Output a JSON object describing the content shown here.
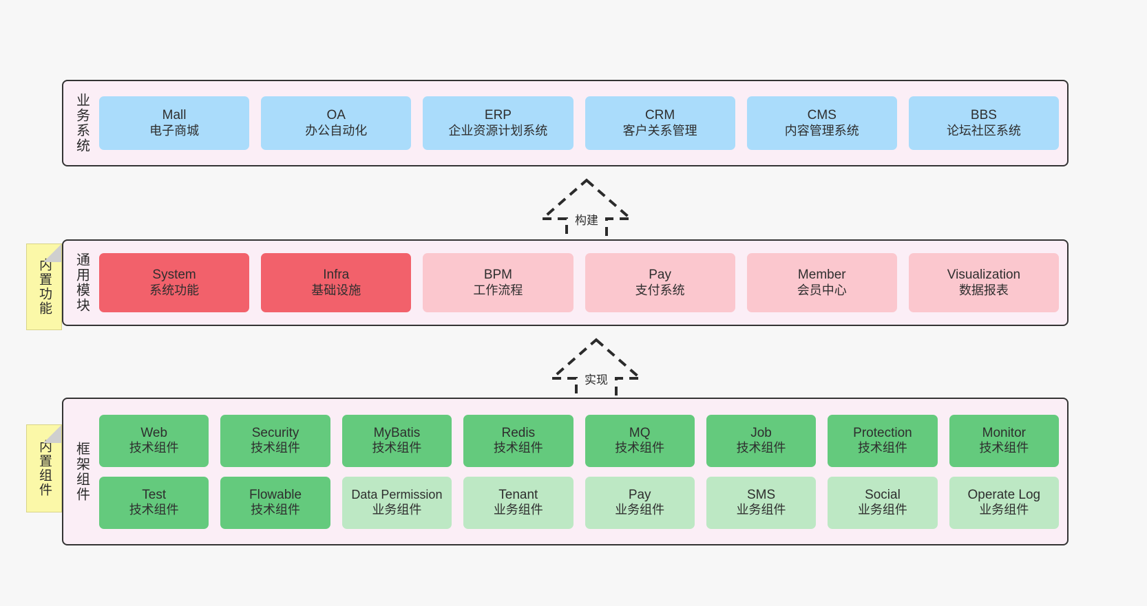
{
  "layers": [
    {
      "id": "business-systems",
      "title": "业务系统",
      "rows": [
        [
          {
            "en": "Mall",
            "cn": "电子商城",
            "color": "blue"
          },
          {
            "en": "OA",
            "cn": "办公自动化",
            "color": "blue"
          },
          {
            "en": "ERP",
            "cn": "企业资源计划系统",
            "color": "blue"
          },
          {
            "en": "CRM",
            "cn": "客户关系管理",
            "color": "blue"
          },
          {
            "en": "CMS",
            "cn": "内容管理系统",
            "color": "blue"
          },
          {
            "en": "BBS",
            "cn": "论坛社区系统",
            "color": "blue"
          }
        ]
      ]
    },
    {
      "id": "common-modules",
      "title": "通用模块",
      "note": "内置功能",
      "rows": [
        [
          {
            "en": "System",
            "cn": "系统功能",
            "color": "red-strong"
          },
          {
            "en": "Infra",
            "cn": "基础设施",
            "color": "red-strong"
          },
          {
            "en": "BPM",
            "cn": "工作流程",
            "color": "red-light"
          },
          {
            "en": "Pay",
            "cn": "支付系统",
            "color": "red-light"
          },
          {
            "en": "Member",
            "cn": "会员中心",
            "color": "red-light"
          },
          {
            "en": "Visualization",
            "cn": "数据报表",
            "color": "red-light"
          }
        ]
      ]
    },
    {
      "id": "framework-components",
      "title": "框架组件",
      "note": "内置组件",
      "rows": [
        [
          {
            "en": "Web",
            "cn": "技术组件",
            "color": "green-dark"
          },
          {
            "en": "Security",
            "cn": "技术组件",
            "color": "green-dark"
          },
          {
            "en": "MyBatis",
            "cn": "技术组件",
            "color": "green-dark"
          },
          {
            "en": "Redis",
            "cn": "技术组件",
            "color": "green-dark"
          },
          {
            "en": "MQ",
            "cn": "技术组件",
            "color": "green-dark"
          },
          {
            "en": "Job",
            "cn": "技术组件",
            "color": "green-dark"
          },
          {
            "en": "Protection",
            "cn": "技术组件",
            "color": "green-dark"
          },
          {
            "en": "Monitor",
            "cn": "技术组件",
            "color": "green-dark"
          }
        ],
        [
          {
            "en": "Test",
            "cn": "技术组件",
            "color": "green-dark"
          },
          {
            "en": "Flowable",
            "cn": "技术组件",
            "color": "green-dark"
          },
          {
            "en": "Data Permission",
            "cn": "业务组件",
            "color": "green-light"
          },
          {
            "en": "Tenant",
            "cn": "业务组件",
            "color": "green-light"
          },
          {
            "en": "Pay",
            "cn": "业务组件",
            "color": "green-light"
          },
          {
            "en": "SMS",
            "cn": "业务组件",
            "color": "green-light"
          },
          {
            "en": "Social",
            "cn": "业务组件",
            "color": "green-light"
          },
          {
            "en": "Operate Log",
            "cn": "业务组件",
            "color": "green-light"
          }
        ]
      ]
    }
  ],
  "arrows": [
    {
      "id": "build",
      "label": "构建"
    },
    {
      "id": "implement",
      "label": "实现"
    }
  ],
  "colors": {
    "blue": "#aadcfb",
    "red_strong": "#f2616b",
    "red_light": "#fbc7ce",
    "green_dark": "#64ca7d",
    "green_light": "#bde8c4",
    "layer_bg": "#fbeef6",
    "layer_border": "#333333",
    "note_bg": "#fbf8a8",
    "canvas_bg": "#f7f7f7"
  }
}
